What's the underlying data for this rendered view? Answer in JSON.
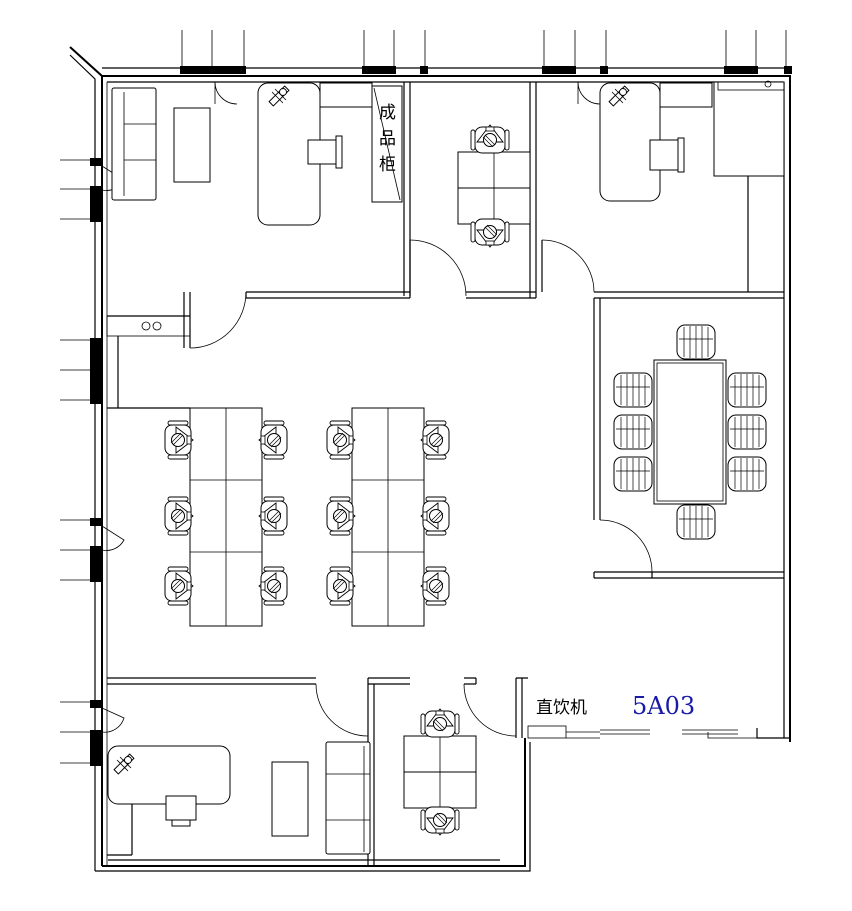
{
  "labels": {
    "cabinet_chars": [
      "成",
      "品",
      "柜"
    ],
    "water_dispenser": "直饮机",
    "room_number": "5A03"
  },
  "colors": {
    "lines": "#000000",
    "room_number": "#1a1aa8",
    "background": "#ffffff"
  }
}
